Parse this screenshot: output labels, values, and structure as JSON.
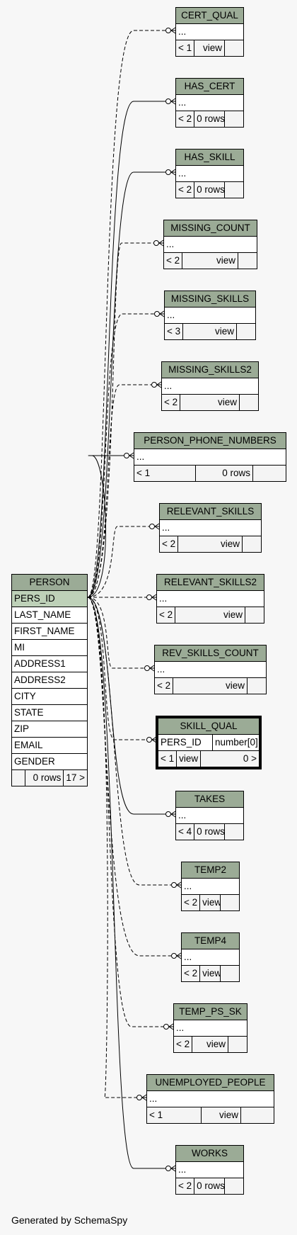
{
  "person": {
    "name": "PERSON",
    "primary_key": "PERS_ID",
    "columns": [
      "LAST_NAME",
      "FIRST_NAME",
      "MI",
      "ADDRESS1",
      "ADDRESS2",
      "CITY",
      "STATE",
      "ZIP",
      "EMAIL",
      "GENDER"
    ],
    "footer": {
      "left": "",
      "mid": "0 rows",
      "right": "17 >"
    }
  },
  "tables": [
    {
      "id": "cert_qual",
      "name": "CERT_QUAL",
      "row": "...",
      "left": "< 1",
      "mid": "view",
      "style": "dashed"
    },
    {
      "id": "has_cert",
      "name": "HAS_CERT",
      "row": "...",
      "left": "< 2",
      "mid": "0 rows",
      "style": "solid"
    },
    {
      "id": "has_skill",
      "name": "HAS_SKILL",
      "row": "...",
      "left": "< 2",
      "mid": "0 rows",
      "style": "solid"
    },
    {
      "id": "missing_count",
      "name": "MISSING_COUNT",
      "row": "...",
      "left": "< 2",
      "mid": "view",
      "style": "dashed"
    },
    {
      "id": "missing_skills",
      "name": "MISSING_SKILLS",
      "row": "...",
      "left": "< 3",
      "mid": "view",
      "style": "dashed"
    },
    {
      "id": "missing_skills2",
      "name": "MISSING_SKILLS2",
      "row": "...",
      "left": "< 2",
      "mid": "view",
      "style": "dashed"
    },
    {
      "id": "person_phone_numbers",
      "name": "PERSON_PHONE_NUMBERS",
      "row": "...",
      "left": "< 1",
      "mid": "0 rows",
      "style": "solid"
    },
    {
      "id": "relevant_skills",
      "name": "RELEVANT_SKILLS",
      "row": "...",
      "left": "< 2",
      "mid": "view",
      "style": "dashed"
    },
    {
      "id": "relevant_skills2",
      "name": "RELEVANT_SKILLS2",
      "row": "...",
      "left": "< 2",
      "mid": "view",
      "style": "dashed"
    },
    {
      "id": "rev_skills_count",
      "name": "REV_SKILLS_COUNT",
      "row": "...",
      "left": "< 2",
      "mid": "view",
      "style": "dashed"
    },
    {
      "id": "takes",
      "name": "TAKES",
      "row": "...",
      "left": "< 4",
      "mid": "0 rows",
      "style": "solid"
    },
    {
      "id": "temp2",
      "name": "TEMP2",
      "row": "...",
      "left": "< 2",
      "mid": "view",
      "style": "dashed"
    },
    {
      "id": "temp4",
      "name": "TEMP4",
      "row": "...",
      "left": "< 2",
      "mid": "view",
      "style": "dashed"
    },
    {
      "id": "temp_ps_sk",
      "name": "TEMP_PS_SK",
      "row": "...",
      "left": "< 2",
      "mid": "view",
      "style": "dashed"
    },
    {
      "id": "unemployed_people",
      "name": "UNEMPLOYED_PEOPLE",
      "row": "...",
      "left": "< 1",
      "mid": "view",
      "style": "dashed"
    },
    {
      "id": "works",
      "name": "WORKS",
      "row": "...",
      "left": "< 2",
      "mid": "0 rows",
      "style": "solid"
    }
  ],
  "skill_qual": {
    "name": "SKILL_QUAL",
    "column": "PERS_ID",
    "type": "number[0]",
    "left": "< 1",
    "mid": "view",
    "right": "0 >",
    "style": "dashed"
  },
  "footer_text": "Generated by SchemaSpy"
}
